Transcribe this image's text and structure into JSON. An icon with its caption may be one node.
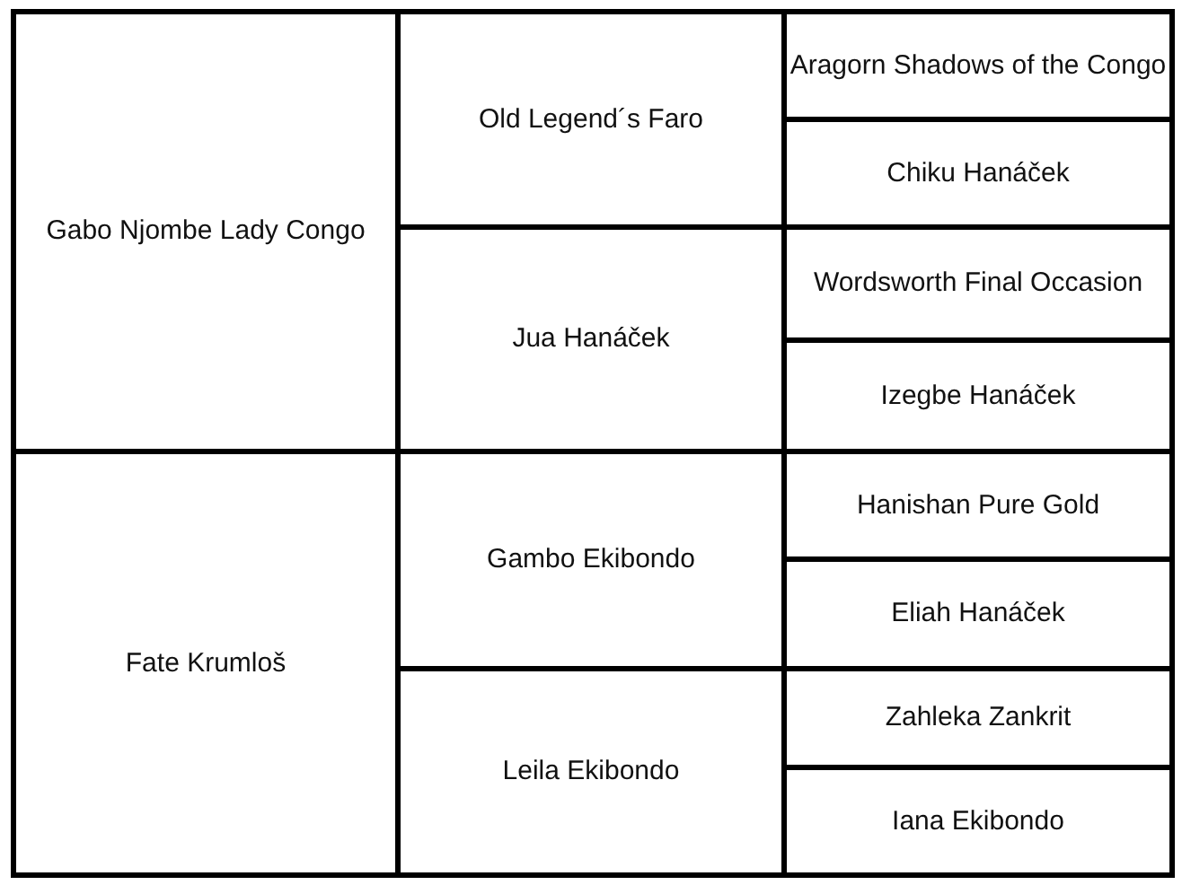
{
  "diagram": {
    "nodes": [
      {
        "text": [
          "Gabo Njombe Lady Congo"
        ]
      },
      {
        "text": [
          "Old Legend´s Faro"
        ]
      },
      {
        "text": [
          "Aragorn Shadows of the Congo"
        ]
      },
      {
        "text": [
          "Chiku Hanáček"
        ]
      },
      {
        "text": [
          "Jua Hanáček"
        ]
      },
      {
        "text": [
          "Wordsworth Final Occasion"
        ]
      },
      {
        "text": [
          "Izegbe Hanáček"
        ]
      },
      {
        "text": [
          "Fate Krumloš"
        ]
      },
      {
        "text": [
          "Gambo Ekibondo"
        ]
      },
      {
        "text": [
          "Hanishan Pure Gold"
        ]
      },
      {
        "text": [
          "Eliah Hanáček"
        ]
      },
      {
        "text": [
          "Leila Ekibondo"
        ]
      },
      {
        "text": [
          "Zahleka Zankrit"
        ]
      },
      {
        "text": [
          "Iana Ekibondo"
        ]
      }
    ],
    "edges": []
  }
}
